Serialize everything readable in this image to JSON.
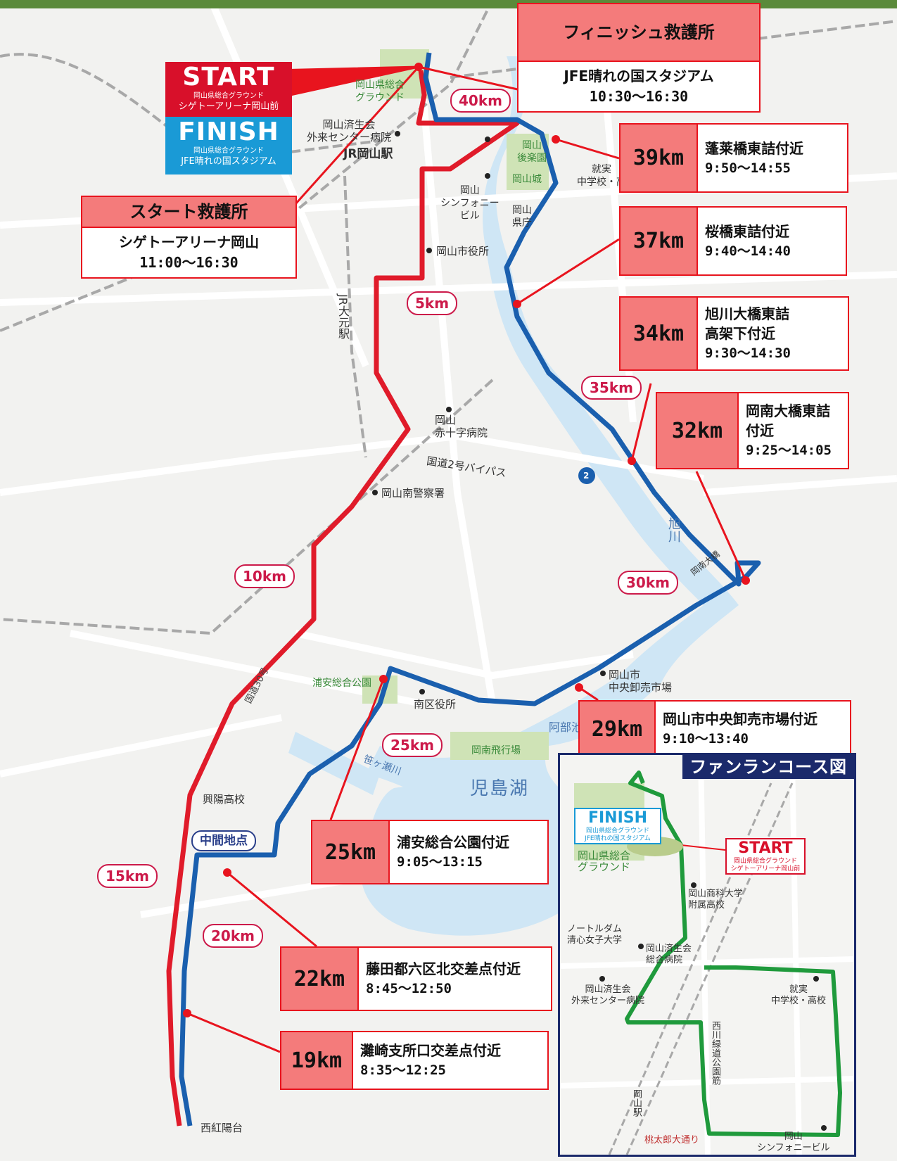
{
  "map": {
    "colors": {
      "outbound": "#e01b2a",
      "return": "#1a5fae",
      "funrun": "#1f9a3c",
      "aid_fill": "#f47b7b",
      "aid_border": "#e8141e",
      "river": "#cfe6f5"
    },
    "start_finish": {
      "start_word": "START",
      "start_place_1": "岡山県総合グラウンド",
      "start_place_2": "シゲトーアリーナ岡山前",
      "finish_word": "FINISH",
      "finish_place_1": "岡山県総合グラウンド",
      "finish_place_2": "JFE晴れの国スタジアム"
    },
    "km_markers": [
      "40km",
      "5km",
      "35km",
      "10km",
      "30km",
      "25km",
      "15km",
      "20km"
    ],
    "midpoint": "中間地点",
    "labels": {
      "ground": "岡山県総合\nグラウンド",
      "saiseikai": "岡山済生会\n外来センター病院",
      "jr_okayama": "JR岡山駅",
      "korakuen": "岡山\n後楽園",
      "okayama_castle": "岡山城",
      "symphony": "岡山\nシンフォニー\nビル",
      "pref_office": "岡山\n県庁",
      "shujitsu": "就実\n中学校・高",
      "city_hall": "岡山市役所",
      "jr_omoto": "JR大元駅",
      "red_cross": "岡山\n赤十字病院",
      "bypass": "国道2号バイパス",
      "route2": "2",
      "minami_police": "岡山南警察署",
      "asahi_river": "旭川",
      "konan_bridge": "岡南大橋",
      "urayasu_park": "浦安総合公園",
      "minami_ward": "南区役所",
      "market": "岡山市\n中央卸売市場",
      "abe_river": "阿部池",
      "konan_airport": "岡南飛行場",
      "sasagase": "笹ヶ瀬川",
      "kojima_lake": "児島湖",
      "koyo_hs": "興陽高校",
      "nishikoyodai": "西紅陽台",
      "route30": "国道30号"
    },
    "aid_stations": {
      "finish_station": {
        "title": "フィニッシュ救護所",
        "place": "JFE晴れの国スタジアム",
        "time": "10:30～16:30"
      },
      "start_station": {
        "title": "スタート救護所",
        "place": "シゲトーアリーナ岡山",
        "time": "11:00～16:30"
      },
      "km39": {
        "km": "39km",
        "place": "蓬莱橋東詰付近",
        "time": "9:50～14:55"
      },
      "km37": {
        "km": "37km",
        "place": "桜橋東詰付近",
        "time": "9:40～14:40"
      },
      "km34": {
        "km": "34km",
        "place_1": "旭川大橋東詰",
        "place_2": "高架下付近",
        "time": "9:30～14:30"
      },
      "km32": {
        "km": "32km",
        "place_1": "岡南大橋東詰",
        "place_2": "付近",
        "time": "9:25～14:05"
      },
      "km29": {
        "km": "29km",
        "place": "岡山市中央卸売市場付近",
        "time": "9:10～13:40"
      },
      "km25": {
        "km": "25km",
        "place": "浦安総合公園付近",
        "time": "9:05～13:15"
      },
      "km22": {
        "km": "22km",
        "place": "藤田都六区北交差点付近",
        "time": "8:45～12:50"
      },
      "km19": {
        "km": "19km",
        "place": "灘崎支所口交差点付近",
        "time": "8:35～12:25"
      }
    },
    "inset": {
      "title": "ファンランコース図",
      "finish_word": "FINISH",
      "finish_place_1": "岡山県総合グラウンド",
      "finish_place_2": "JFE晴れの国スタジアム",
      "start_word": "START",
      "start_place_1": "岡山県総合グラウンド",
      "start_place_2": "シゲトーアリーナ岡山前",
      "labels": {
        "ground": "岡山県総合\nグラウンド",
        "shoka": "岡山商科大学\n附属高校",
        "notre_dame": "ノートルダム\n清心女子大学",
        "saiseikai_main": "岡山済生会\n総合病院",
        "saiseikai_outpatient": "岡山済生会\n外来センター病院",
        "shujitsu": "就実\n中学校・高校",
        "nishigawa": "西川緑道公園筋",
        "okayama_sta": "岡山駅",
        "momotaro": "桃太郎大通り",
        "symphony": "岡山\nシンフォニービル"
      }
    }
  }
}
